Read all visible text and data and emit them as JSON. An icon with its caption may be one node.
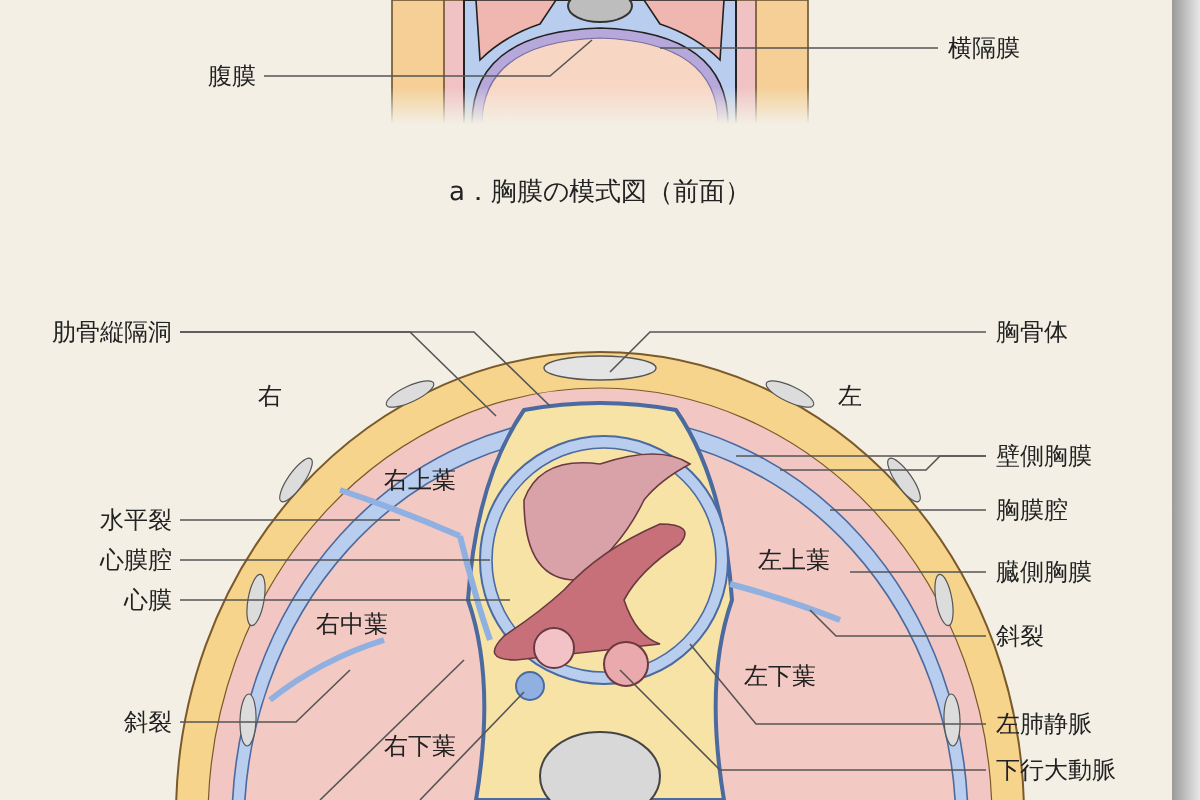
{
  "diagram": {
    "caption": "a．胸膜の模式図（前面）",
    "nodes": [
      {
        "text": [
          "腹膜"
        ]
      },
      {
        "text": [
          "横隔膜"
        ]
      },
      {
        "text": [
          "肋骨縦隔洞"
        ]
      },
      {
        "text": [
          "胸骨体"
        ]
      },
      {
        "text": [
          "壁側胸膜"
        ]
      },
      {
        "text": [
          "胸膜腔"
        ]
      },
      {
        "text": [
          "水平裂"
        ]
      },
      {
        "text": [
          "心膜腔"
        ]
      },
      {
        "text": [
          "臓側胸膜"
        ]
      },
      {
        "text": [
          "心膜"
        ]
      },
      {
        "text": [
          "斜裂"
        ]
      },
      {
        "text": [
          "斜裂"
        ]
      },
      {
        "text": [
          "左肺静脈"
        ]
      },
      {
        "text": [
          "下行大動脈"
        ]
      }
    ],
    "edges": [
      {
        "from": 0,
        "to": null,
        "arrow": "none"
      },
      {
        "from": 1,
        "to": null,
        "arrow": "none"
      },
      {
        "from": 2,
        "to": null,
        "arrow": "none"
      },
      {
        "from": 2,
        "to": null,
        "arrow": "none"
      },
      {
        "from": 3,
        "to": null,
        "arrow": "none"
      },
      {
        "from": 4,
        "to": null,
        "arrow": "none"
      },
      {
        "from": 4,
        "to": null,
        "arrow": "none"
      },
      {
        "from": 5,
        "to": null,
        "arrow": "none"
      },
      {
        "from": 6,
        "to": null,
        "arrow": "none"
      },
      {
        "from": 7,
        "to": null,
        "arrow": "none"
      },
      {
        "from": 8,
        "to": null,
        "arrow": "none"
      },
      {
        "from": 9,
        "to": null,
        "arrow": "none"
      },
      {
        "from": 10,
        "to": null,
        "arrow": "none"
      },
      {
        "from": 11,
        "to": null,
        "arrow": "none"
      },
      {
        "from": 12,
        "to": null,
        "arrow": "none"
      },
      {
        "from": 13,
        "to": null,
        "arrow": "none"
      }
    ],
    "labels": [
      "右",
      "左",
      "右上葉",
      "左上葉",
      "右中葉",
      "左下葉",
      "右下葉"
    ]
  }
}
